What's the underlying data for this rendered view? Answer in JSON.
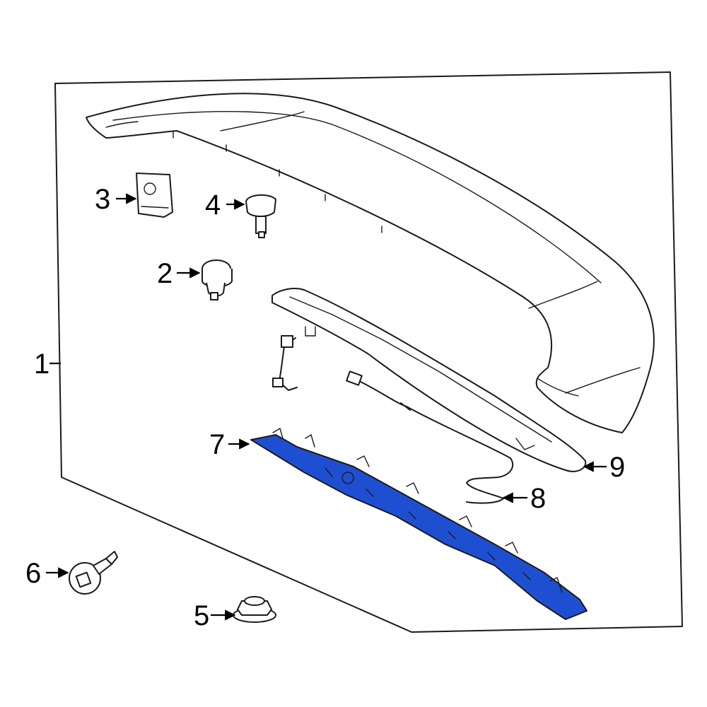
{
  "callouts": {
    "c1": "1",
    "c2": "2",
    "c3": "3",
    "c4": "4",
    "c5": "5",
    "c6": "6",
    "c7": "7",
    "c8": "8",
    "c9": "9"
  },
  "colors": {
    "highlight": "#1f4fd1",
    "line": "#1a1a1a",
    "background": "#ffffff"
  }
}
